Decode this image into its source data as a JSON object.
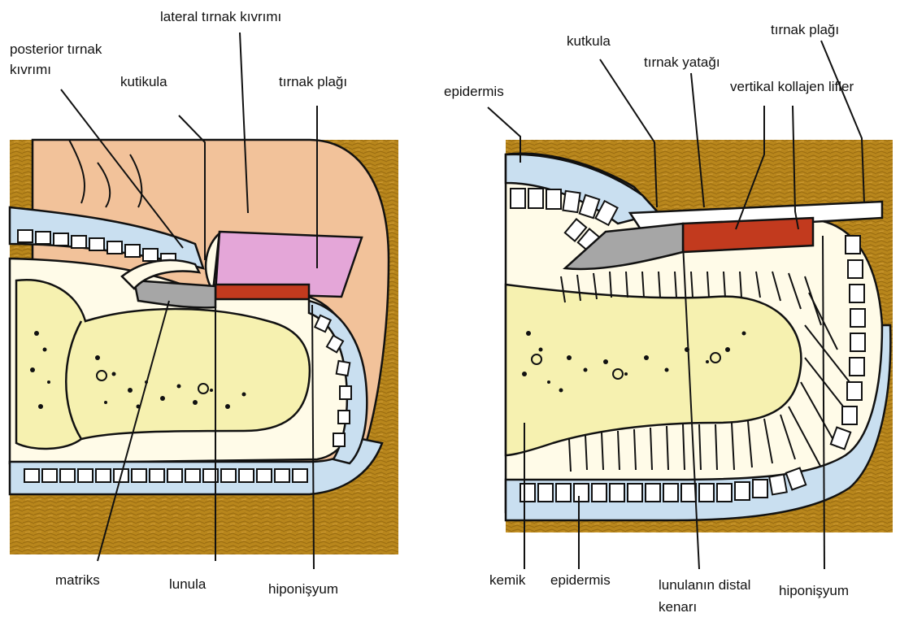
{
  "left_panel": {
    "labels": {
      "lateral_nail_fold": "lateral tırnak kıvrımı",
      "posterior_nail_fold_line1": "posterior tırnak",
      "posterior_nail_fold_line2": "kıvrımı",
      "cuticle": "kutikula",
      "nail_plate": "tırnak plağı",
      "matrix": "matriks",
      "lunula": "lunula",
      "hyponychium": "hiponişyum"
    }
  },
  "right_panel": {
    "labels": {
      "epidermis_top": "epidermis",
      "cuticle": "kutkula",
      "nail_bed": "tırnak yatağı",
      "nail_plate": "tırnak plağı",
      "vertical_collagen": "vertikal kollajen lifler",
      "bone": "kemik",
      "epidermis_bottom": "epidermis",
      "lunula_edge_line1": "lunulanın distal",
      "lunula_edge_line2": "kenarı",
      "hyponychium": "hiponişyum"
    }
  },
  "colors": {
    "background_tissue": "#b8861c",
    "skin": "#f2c29a",
    "dermis": "#fffbe8",
    "bone": "#f6f1b0",
    "epidermis_blue": "#c9dff0",
    "nail_plate_pink": "#e4a6d8",
    "nail_bed_red": "#c23a1e",
    "matrix_gray": "#a6a6a6"
  }
}
